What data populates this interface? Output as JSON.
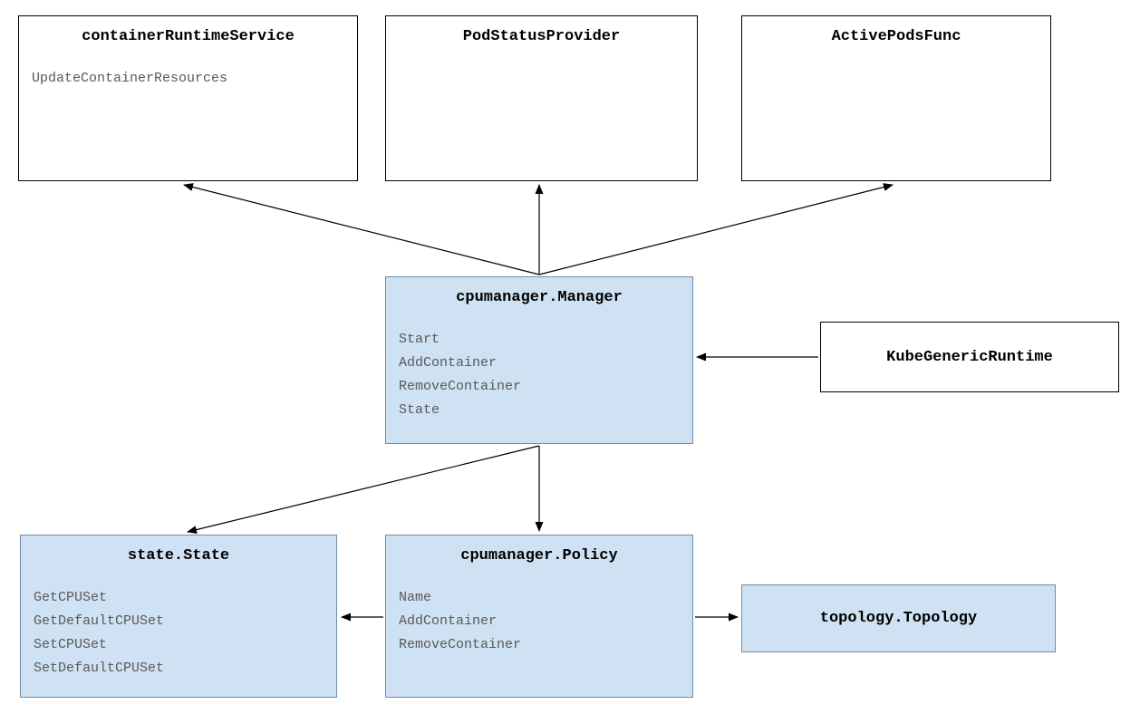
{
  "diagram": {
    "boxes": {
      "container_runtime_service": {
        "title": "containerRuntimeService",
        "methods": [
          "UpdateContainerResources"
        ]
      },
      "pod_status_provider": {
        "title": "PodStatusProvider",
        "methods": []
      },
      "active_pods_func": {
        "title": "ActivePodsFunc",
        "methods": []
      },
      "cpumanager_manager": {
        "title": "cpumanager.Manager",
        "methods": [
          "Start",
          "AddContainer",
          "RemoveContainer",
          "State"
        ]
      },
      "kube_generic_runtime": {
        "title": "KubeGenericRuntime",
        "methods": []
      },
      "state_state": {
        "title": "state.State",
        "methods": [
          "GetCPUSet",
          "GetDefaultCPUSet",
          "SetCPUSet",
          "SetDefaultCPUSet"
        ]
      },
      "cpumanager_policy": {
        "title": "cpumanager.Policy",
        "methods": [
          "Name",
          "AddContainer",
          "RemoveContainer"
        ]
      },
      "topology_topology": {
        "title": "topology.Topology",
        "methods": []
      }
    },
    "edges": [
      {
        "from": "cpumanager_manager",
        "to": "container_runtime_service"
      },
      {
        "from": "cpumanager_manager",
        "to": "pod_status_provider"
      },
      {
        "from": "cpumanager_manager",
        "to": "active_pods_func"
      },
      {
        "from": "kube_generic_runtime",
        "to": "cpumanager_manager"
      },
      {
        "from": "cpumanager_manager",
        "to": "state_state"
      },
      {
        "from": "cpumanager_manager",
        "to": "cpumanager_policy"
      },
      {
        "from": "cpumanager_policy",
        "to": "state_state"
      },
      {
        "from": "cpumanager_policy",
        "to": "topology_topology"
      }
    ],
    "colors": {
      "highlight_fill": "#cfe2f3",
      "highlight_border": "#6e8ca9",
      "plain_fill": "#ffffff",
      "plain_border": "#000000",
      "title_text": "#000000",
      "method_text": "#595959",
      "arrow": "#000000"
    }
  }
}
